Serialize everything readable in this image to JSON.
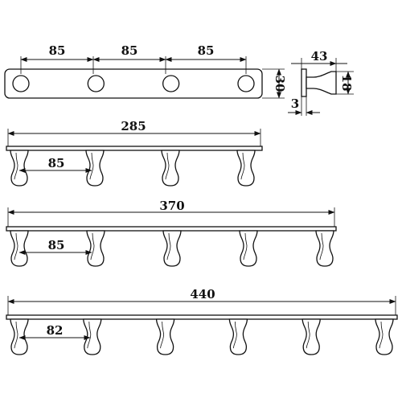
{
  "drawing": {
    "top_view": {
      "spacing_labels": [
        "85",
        "85",
        "85"
      ],
      "height_label": "30",
      "hole_count": 4
    },
    "side_view": {
      "depth_label": "43",
      "height_label": "18",
      "thickness_label": "3"
    },
    "racks": [
      {
        "length_label": "285",
        "spacing_label": "85",
        "hook_count": 4
      },
      {
        "length_label": "370",
        "spacing_label": "85",
        "hook_count": 5
      },
      {
        "length_label": "440",
        "spacing_label": "82",
        "hook_count": 6
      }
    ]
  }
}
